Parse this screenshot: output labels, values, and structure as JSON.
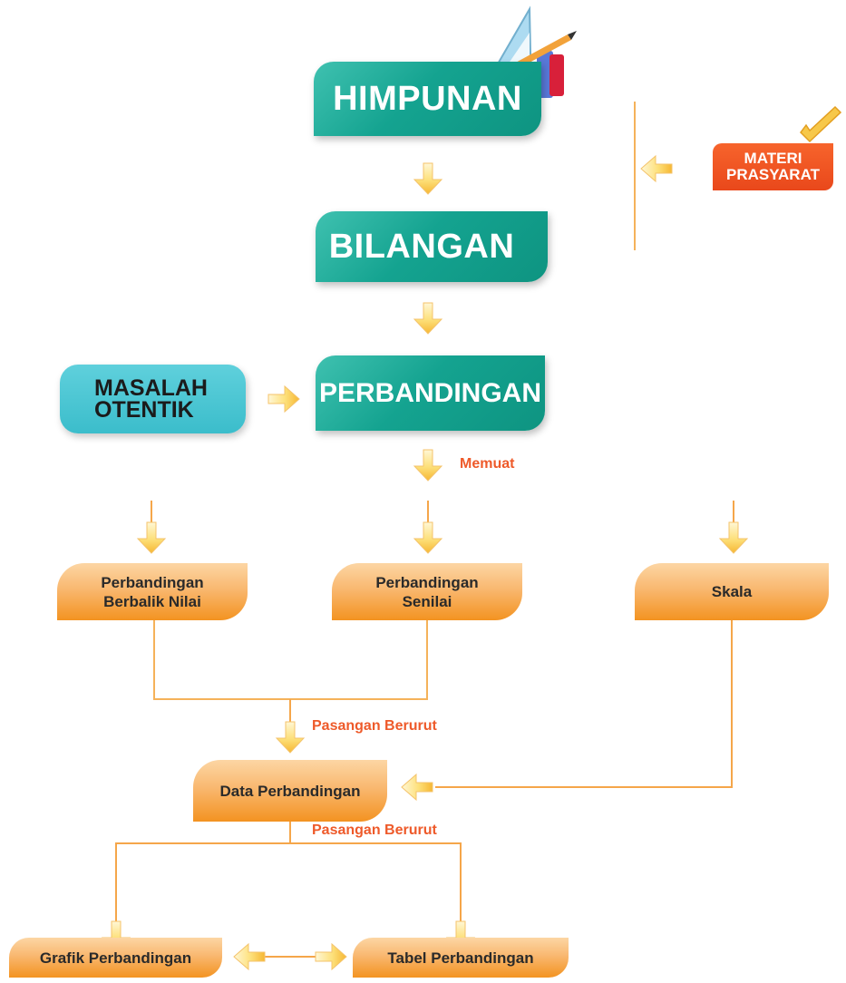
{
  "nodes": {
    "himpunan": "HIMPUNAN",
    "bilangan": "BILANGAN",
    "perbandingan": "PERBANDINGAN",
    "masalah_otentik": [
      "MASALAH",
      "OTENTIK"
    ],
    "materi_prasyarat": [
      "MATERI",
      "PRASYARAT"
    ],
    "berbalik_nilai": [
      "Perbandingan",
      "Berbalik Nilai"
    ],
    "senilai": [
      "Perbandingan",
      "Senilai"
    ],
    "skala": "Skala",
    "data_perbandingan": "Data Perbandingan",
    "grafik_perbandingan": "Grafik Perbandingan",
    "tabel_perbandingan": "Tabel Perbandingan"
  },
  "labels": {
    "memuat": "Memuat",
    "pasangan_berurut_1": "Pasangan Berurut",
    "pasangan_berurut_2": "Pasangan Berurut"
  },
  "icons": {
    "top": "geometry-tools-icon",
    "badge": "checkmark-icon"
  },
  "colors": {
    "teal": "#14a390",
    "cyan": "#3bbdcb",
    "orange": "#f39321",
    "badge": "#e9481b",
    "label": "#ee5a2a",
    "connector": "#f5a64a"
  }
}
